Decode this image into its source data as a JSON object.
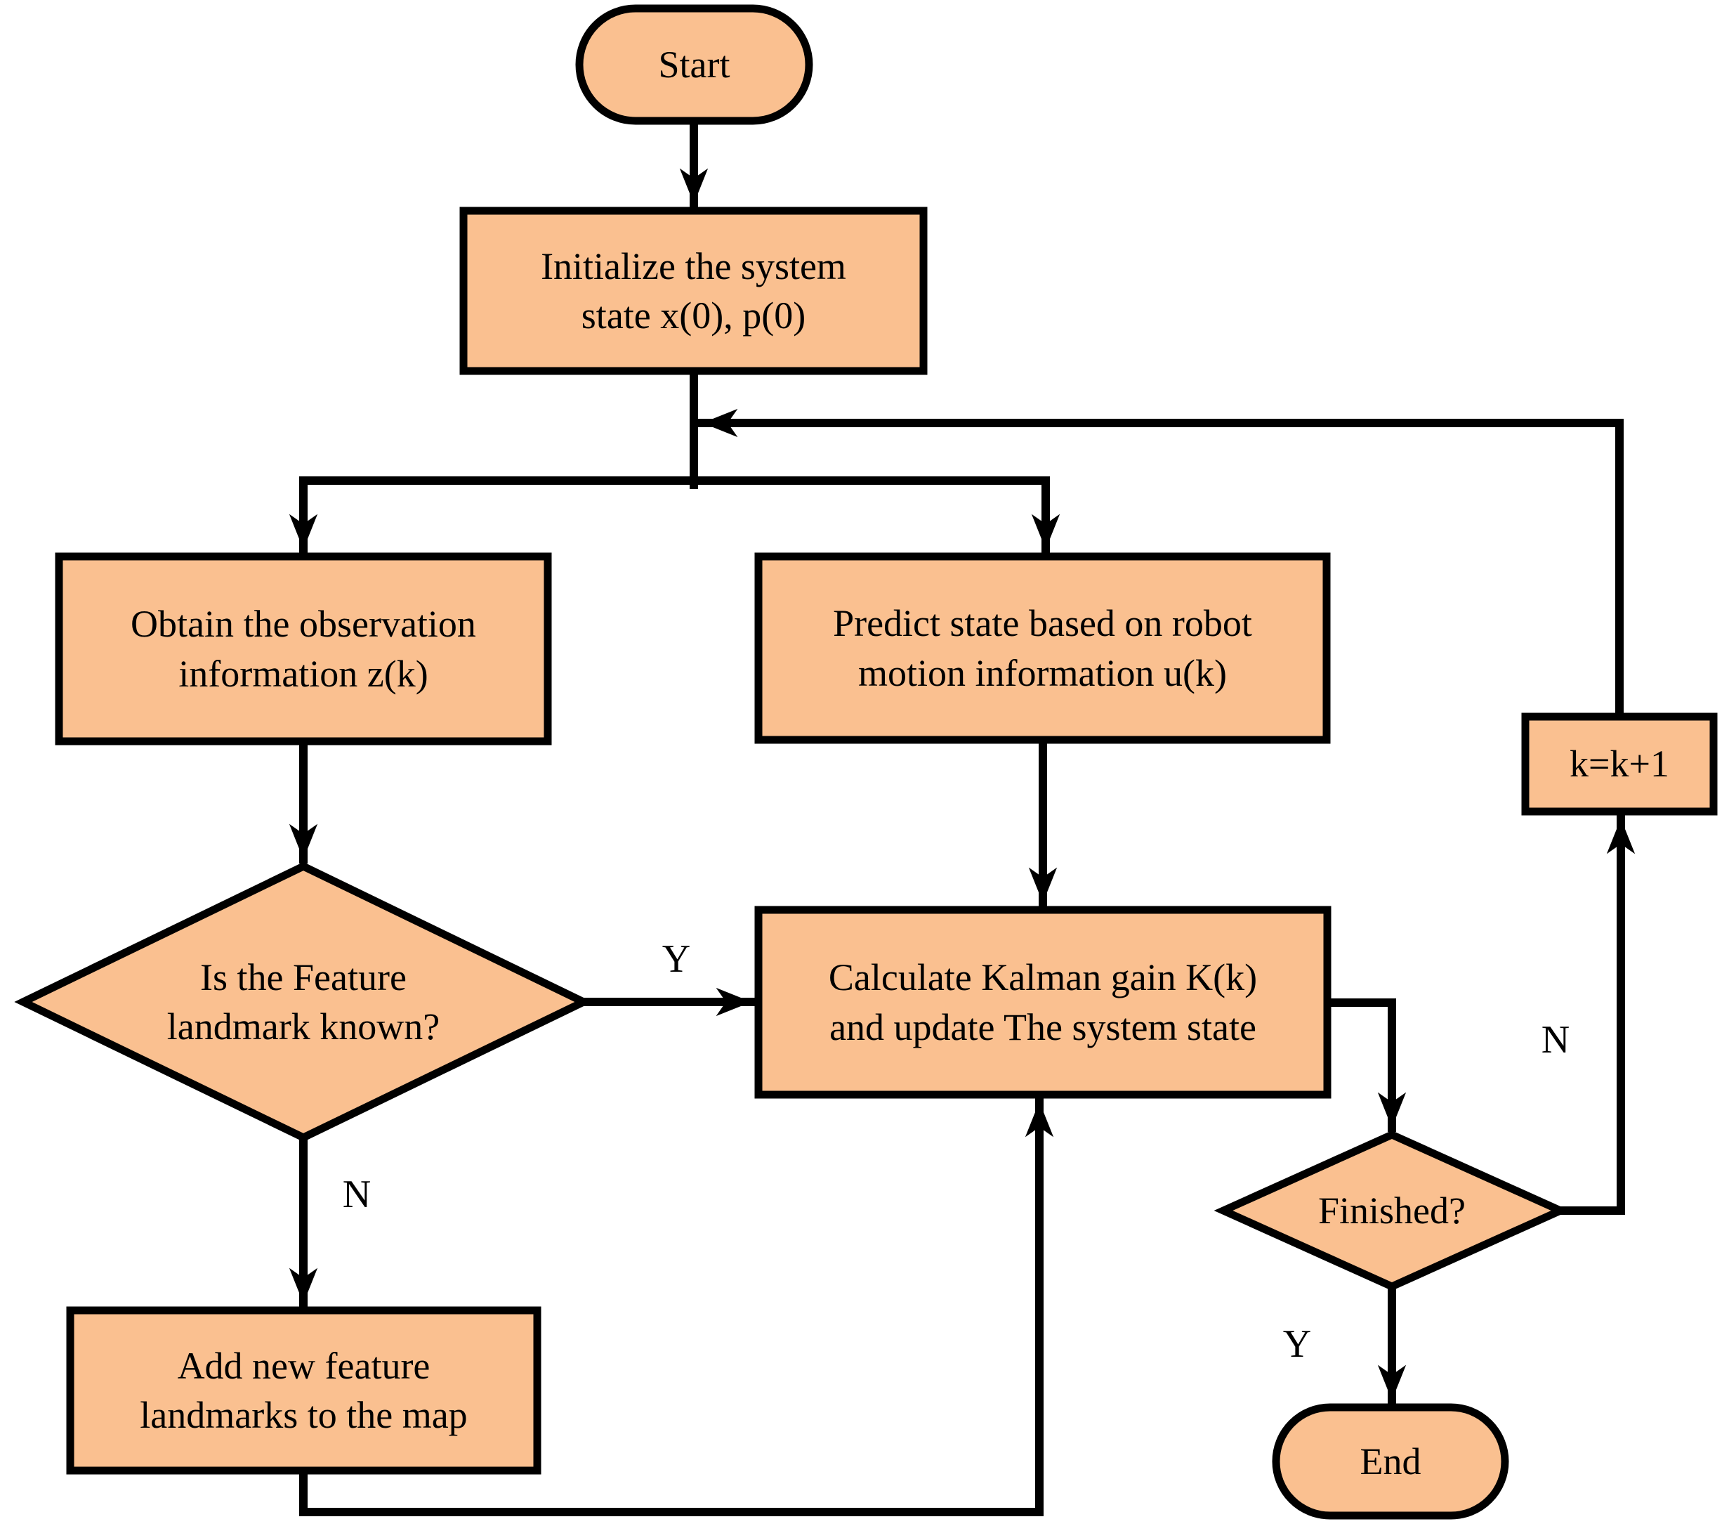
{
  "colors": {
    "node_fill": "#FAC090",
    "node_stroke": "#000000",
    "line": "#000000",
    "background": "#FFFFFF",
    "text": "#000000"
  },
  "nodes": {
    "start": {
      "shape": "stadium",
      "label": "Start"
    },
    "initialize": {
      "shape": "rect",
      "label": "Initialize the system\nstate x(0), p(0)"
    },
    "obtain": {
      "shape": "rect",
      "label": "Obtain the observation\ninformation z(k)"
    },
    "predict": {
      "shape": "rect",
      "label": "Predict state based on robot\nmotion information u(k)"
    },
    "feature_known": {
      "shape": "diamond",
      "label": "Is the Feature\nlandmark known?"
    },
    "calculate": {
      "shape": "rect",
      "label": "Calculate Kalman gain K(k)\nand update The system state"
    },
    "add_landmarks": {
      "shape": "rect",
      "label": "Add new feature\nlandmarks to the map"
    },
    "increment": {
      "shape": "rect",
      "label": "k=k+1"
    },
    "finished": {
      "shape": "diamond",
      "label": "Finished?"
    },
    "end": {
      "shape": "stadium",
      "label": "End"
    }
  },
  "edge_labels": {
    "feature_yes": "Y",
    "feature_no": "N",
    "finished_no": "N",
    "finished_yes": "Y"
  }
}
